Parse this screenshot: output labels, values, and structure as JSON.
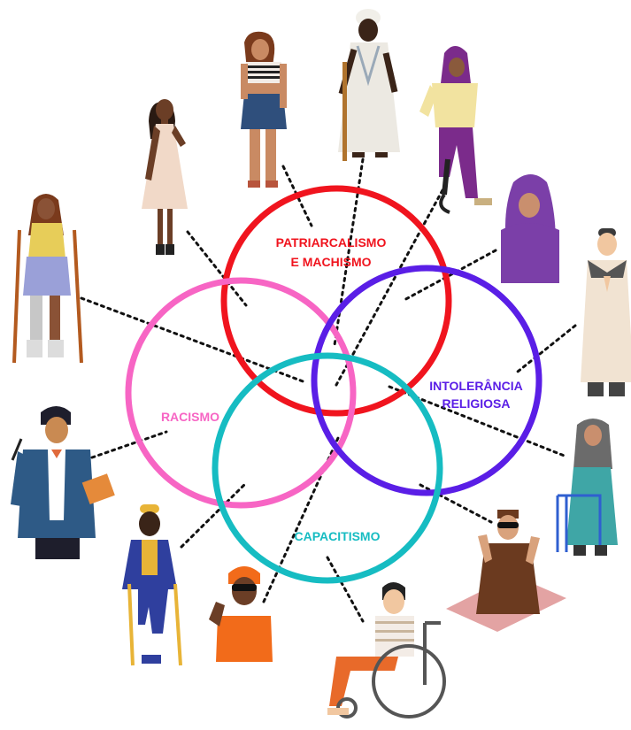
{
  "colors": {
    "patriarcalismo": "#f0141e",
    "racismo": "#f765c4",
    "intolerancia": "#5a1ee6",
    "capacitismo": "#16bcc2",
    "connector": "#111111"
  },
  "circles": {
    "patriarcalismo": {
      "line1": "PATRIARCALISMO",
      "line2": "E MACHISMO"
    },
    "racismo": {
      "label": "RACISMO"
    },
    "intolerancia": {
      "line1": "INTOLERÂNCIA",
      "line2": "RELIGIOSA"
    },
    "capacitismo": {
      "label": "CAPACITISMO"
    }
  },
  "people": [
    "woman-halter-dress",
    "woman-crop-top-shorts",
    "elder-white-robes-cane",
    "woman-hijab-prosthetic-leg",
    "woman-purple-hijab",
    "man-kufi-praying",
    "woman-crutches-prosthetic",
    "man-blazer-book",
    "man-blue-hoodie-crutches",
    "man-orange-sunglasses",
    "person-wheelchair",
    "man-prayer-mat-sunglasses",
    "woman-hijab-walker"
  ]
}
